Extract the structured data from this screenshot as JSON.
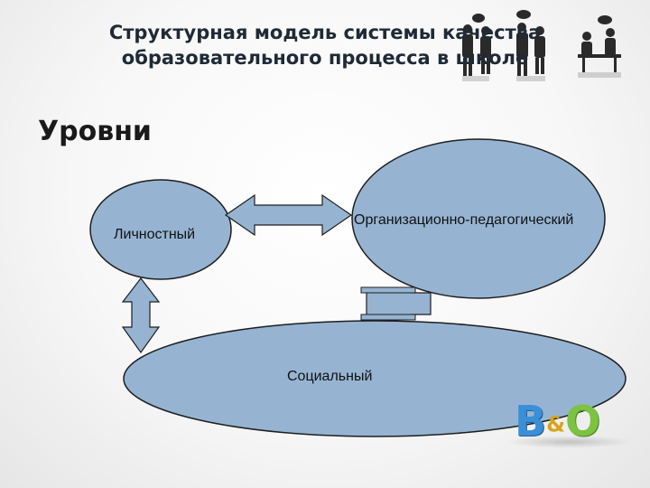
{
  "title_line1": "Структурная модель системы качества",
  "title_line2": "образовательного процесса в школе",
  "subtitle": "Уровни",
  "nodes": {
    "personal": "Личностный",
    "org": "Организационно-педагогический",
    "social": "Социальный"
  },
  "logo": {
    "b": "B",
    "amp": "&",
    "o": "O"
  },
  "colors": {
    "ellipse_fill": "#96b4d2",
    "ellipse_stroke": "#1e1e1e",
    "arrow_fill": "#96b4d2"
  }
}
